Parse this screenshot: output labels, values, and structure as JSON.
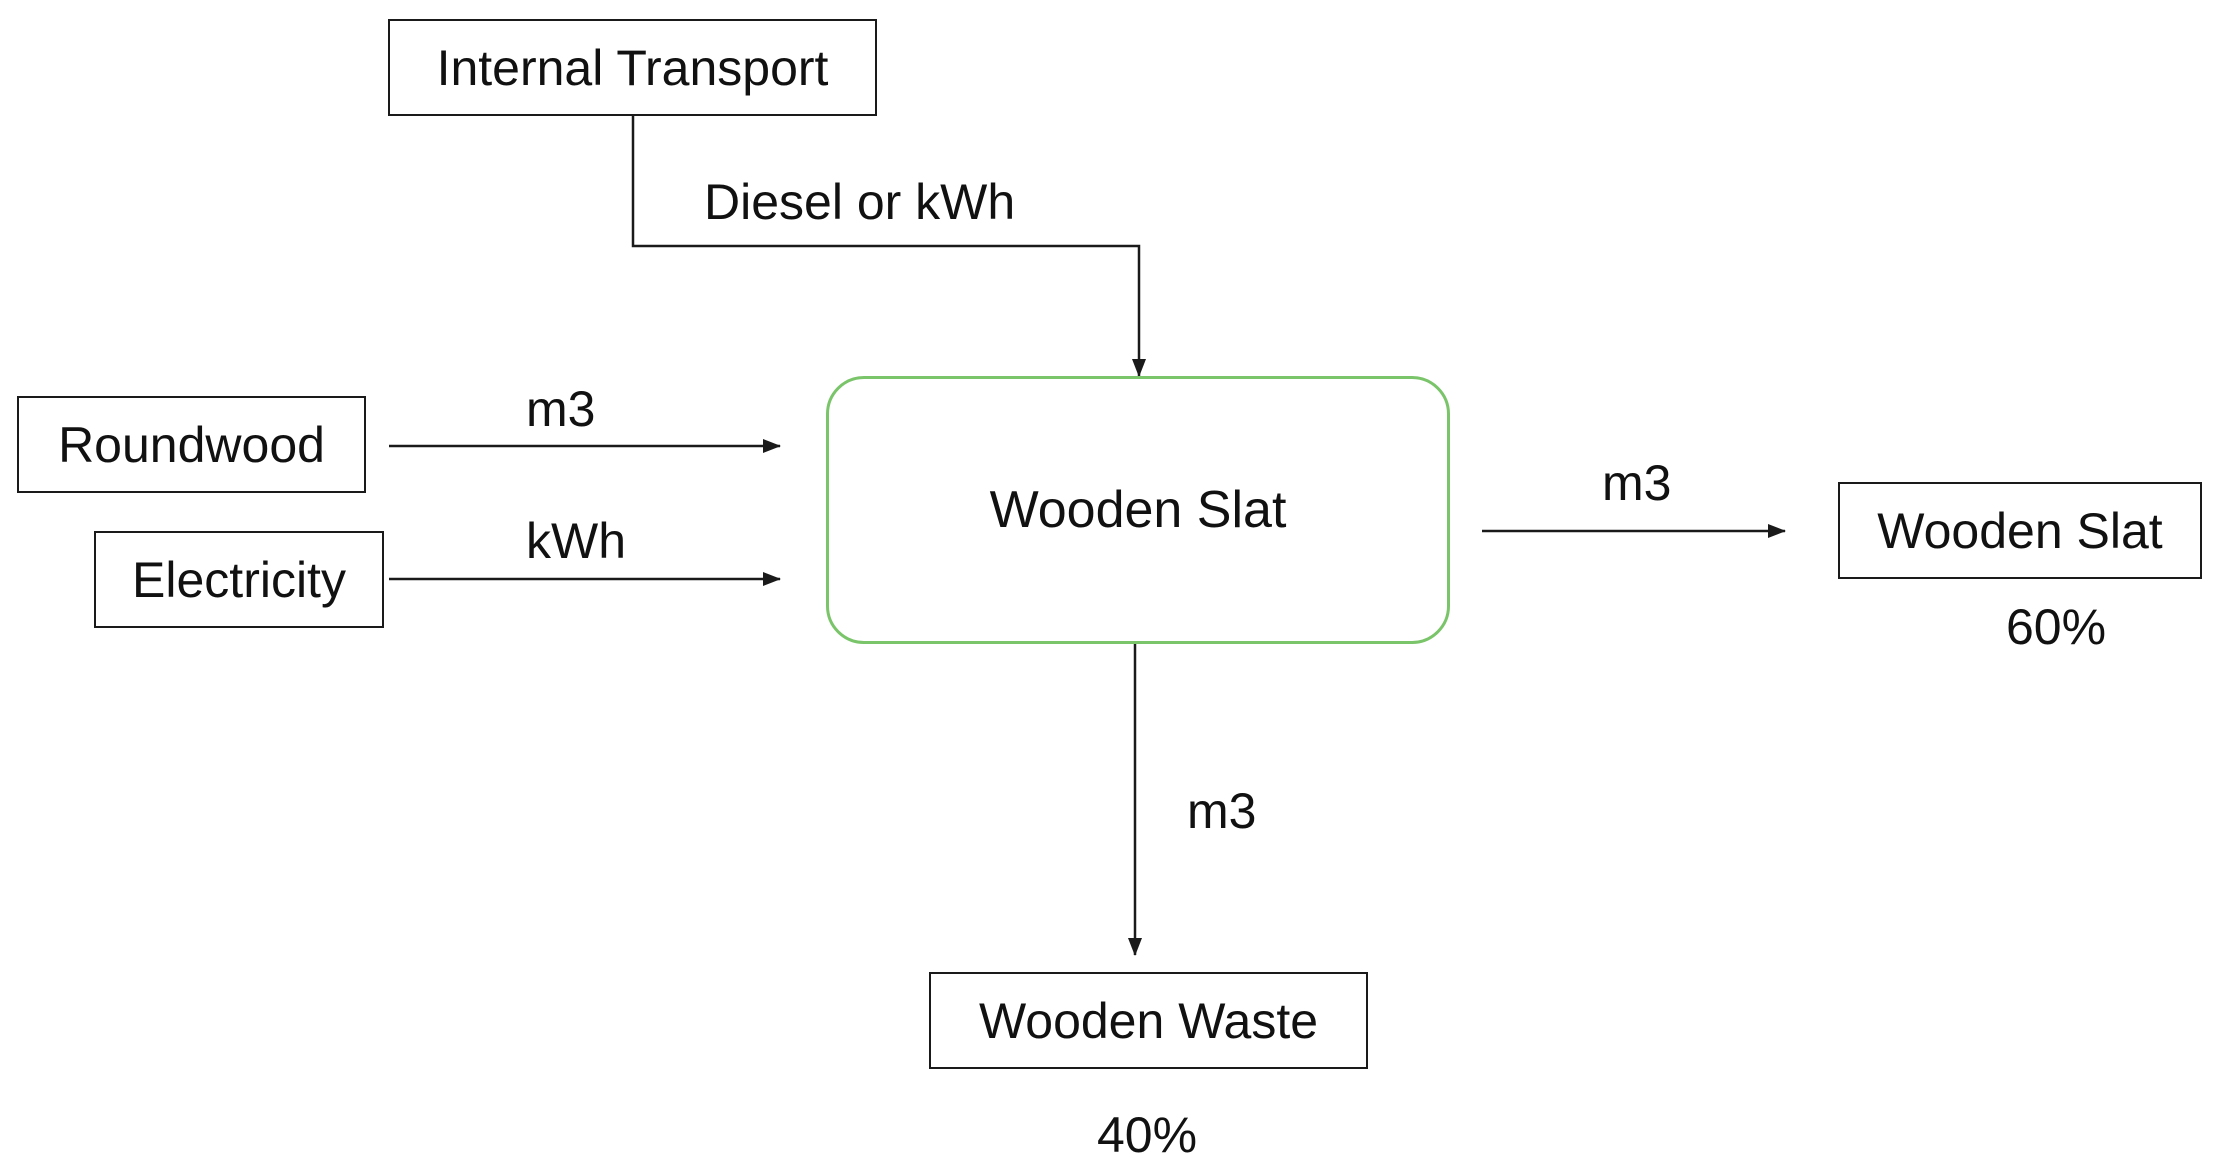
{
  "nodes": {
    "internal_transport": "Internal Transport",
    "roundwood": "Roundwood",
    "electricity": "Electricity",
    "process": "Wooden Slat",
    "output_slat": "Wooden Slat",
    "output_waste": "Wooden Waste"
  },
  "flows": {
    "transport_to_process": "Diesel or kWh",
    "roundwood_to_process": "m3",
    "electricity_to_process": "kWh",
    "process_to_slat": "m3",
    "process_to_waste": "m3"
  },
  "shares": {
    "slat": "60%",
    "waste": "40%"
  },
  "colors": {
    "process_border": "#7ac46a",
    "line": "#1a1a1a"
  }
}
